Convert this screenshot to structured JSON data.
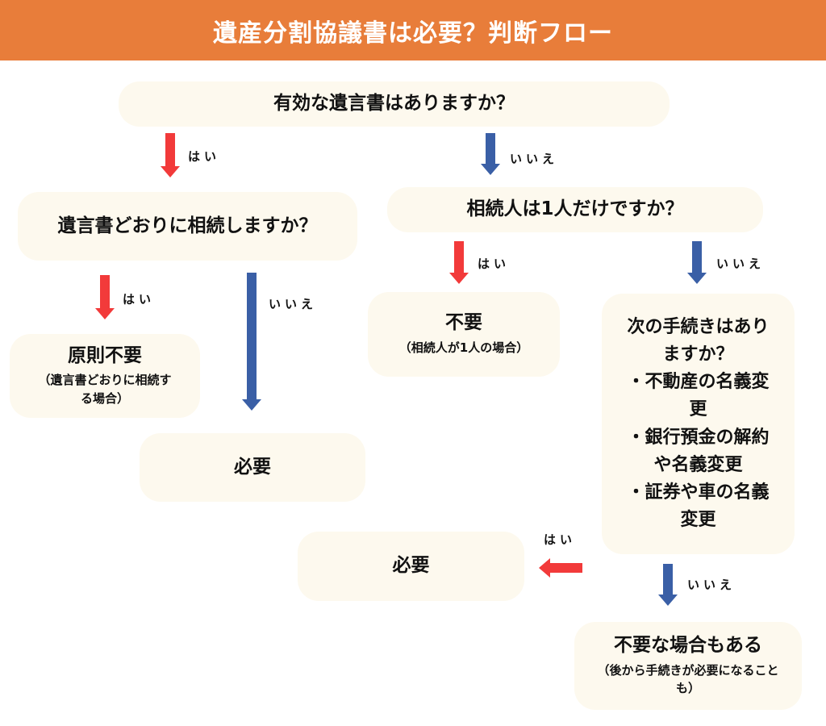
{
  "title": "遺産分割協議書は必要？判断フロー",
  "colors": {
    "header": "#e87d3a",
    "box": "#fdf9ee",
    "yes_arrow": "#f23a3a",
    "no_arrow": "#3a5fa6"
  },
  "nodes": {
    "q1": "有効な遺言書はありますか？",
    "q2": "遺言書どおりに相続しますか？",
    "q3": "相続人は1人だけですか？",
    "r_principle_unneeded": {
      "title": "原則不要",
      "note": "（遺言書どおりに相続する場合）"
    },
    "r_needed_1": "必要",
    "r_unneeded_single": {
      "title": "不要",
      "note": "（相続人が1人の場合）"
    },
    "q4": {
      "lines": [
        "次の手続きはありますか？",
        "・不動産の名義変更",
        "・銀行預金の解約や名義変更",
        "・証券や車の名義変更"
      ]
    },
    "r_needed_2": "必要",
    "r_maybe_unneeded": {
      "title": "不要な場合もある",
      "note": "（後から手続きが必要になることも）"
    }
  },
  "labels": {
    "yes": "はい",
    "no": "いいえ"
  }
}
